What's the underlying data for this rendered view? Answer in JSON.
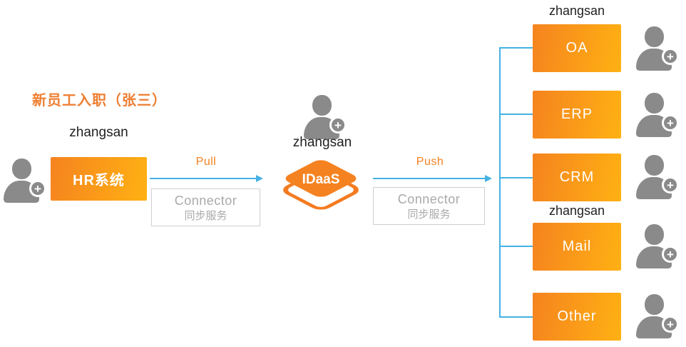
{
  "title": "新员工入职（张三）",
  "hr": {
    "user": "zhangsan",
    "label": "HR系统"
  },
  "pull": {
    "label": "Pull",
    "connector": {
      "line1": "Connector",
      "line2": "同步服务"
    }
  },
  "idaas": {
    "user": "zhangsan",
    "label": "IDaaS"
  },
  "push": {
    "label": "Push",
    "connector": {
      "line1": "Connector",
      "line2": "同步服务"
    }
  },
  "apps": [
    {
      "label": "OA",
      "user": "zhangsan"
    },
    {
      "label": "ERP"
    },
    {
      "label": "CRM"
    },
    {
      "label": "Mail",
      "user": "zhangsan"
    },
    {
      "label": "Other"
    }
  ],
  "icons": {
    "plus": "+"
  },
  "colors": {
    "title_orange": "#ee7e30",
    "accent_orange": "#f58220",
    "box_gradient_start": "#f5831f",
    "box_gradient_end": "#ffb113",
    "line_cyan": "#45b1e4",
    "icon_gray": "#8a8a8a",
    "connector_border": "#cfcfcf",
    "connector_text": "#a9a9a9"
  }
}
